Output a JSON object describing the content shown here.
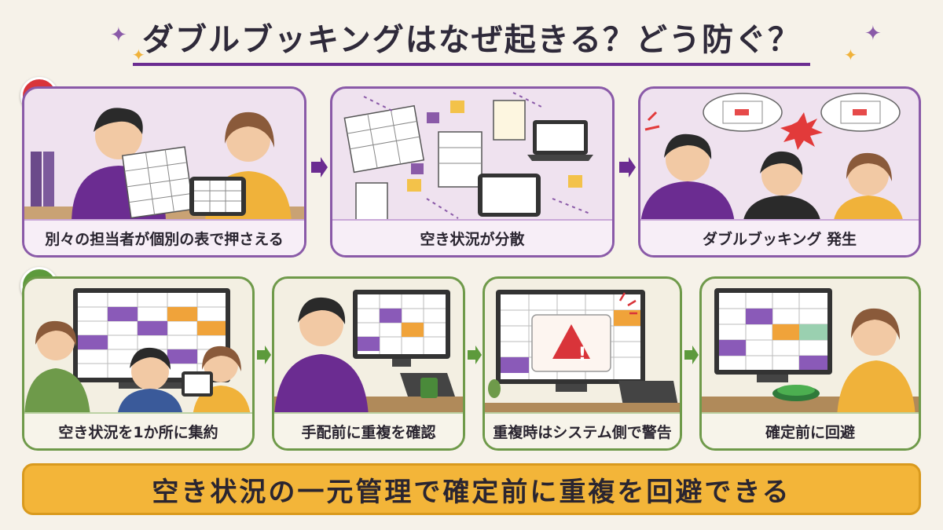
{
  "title": "ダブルブッキングはなぜ起きる？どう防ぐ？",
  "problem_row": {
    "badge": "✕",
    "steps": [
      {
        "caption": "別々の担当者が個別の表で押さえる"
      },
      {
        "caption": "空き状況が分散"
      },
      {
        "caption": "ダブルブッキング 発生"
      }
    ]
  },
  "solution_row": {
    "badge": "✓",
    "steps": [
      {
        "caption": "空き状況を1か所に集約"
      },
      {
        "caption": "手配前に重複を確認"
      },
      {
        "caption": "重複時はシステム側で警告"
      },
      {
        "caption": "確定前に回避"
      }
    ]
  },
  "warning_glyph": "!",
  "conclusion": "空き状況の一元管理で確定前に重複を回避できる",
  "colors": {
    "purple": "#6b2c91",
    "green": "#5d9a3c",
    "red": "#d9343a",
    "orange": "#f3b539"
  }
}
